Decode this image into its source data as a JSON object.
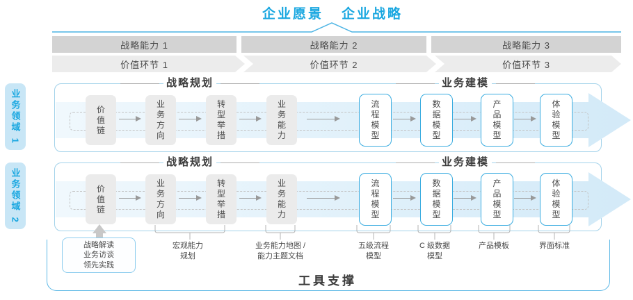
{
  "title": {
    "vision": "企业愿景",
    "strategy": "企业战略"
  },
  "capability_bars": [
    {
      "label": "战略能力 1"
    },
    {
      "label": "战略能力 2"
    },
    {
      "label": "战略能力 3"
    }
  ],
  "value_links": [
    {
      "label": "价值环节 1"
    },
    {
      "label": "价值环节 2"
    },
    {
      "label": "价值环节 3"
    }
  ],
  "domains": [
    {
      "label": "业务领域 1"
    },
    {
      "label": "业务领域 2"
    }
  ],
  "rows": [
    {
      "planning_title": "战略规划",
      "modeling_title": "业务建模",
      "strategy_boxes": [
        "价值链",
        "业务方向",
        "转型举措",
        "业务能力"
      ],
      "model_boxes": [
        "流程模型",
        "数据模型",
        "产品模型",
        "体验模型"
      ]
    },
    {
      "planning_title": "战略规划",
      "modeling_title": "业务建模",
      "strategy_boxes": [
        "价值链",
        "业务方向",
        "转型举措",
        "业务能力"
      ],
      "model_boxes": [
        "流程模型",
        "数据模型",
        "产品模型",
        "体验模型"
      ]
    }
  ],
  "annotations": {
    "inputs": {
      "lines": [
        "战略解读",
        "业务访谈",
        "领先实践"
      ]
    },
    "labels": [
      {
        "lines": [
          "宏观能力",
          "规划"
        ]
      },
      {
        "lines": [
          "业务能力地图 /",
          "能力主题文档"
        ]
      },
      {
        "lines": [
          "五级流程",
          "模型"
        ]
      },
      {
        "lines": [
          "C 级数据",
          "模型"
        ]
      },
      {
        "lines": [
          "产品模板",
          ""
        ]
      },
      {
        "lines": [
          "界面标准",
          ""
        ]
      }
    ]
  },
  "footer": {
    "label": "工具支撑"
  },
  "colors": {
    "accent": "#1aa7e0",
    "bar_gray": "#d3d3d3",
    "value_band_gray": "#ececec",
    "stage_box_gray": "#ebebeb",
    "model_box_border": "#3aace0",
    "panel_border": "#a2d2ea",
    "flow_fill": "#d7ecfa",
    "text_dark": "#4a4a4a"
  }
}
